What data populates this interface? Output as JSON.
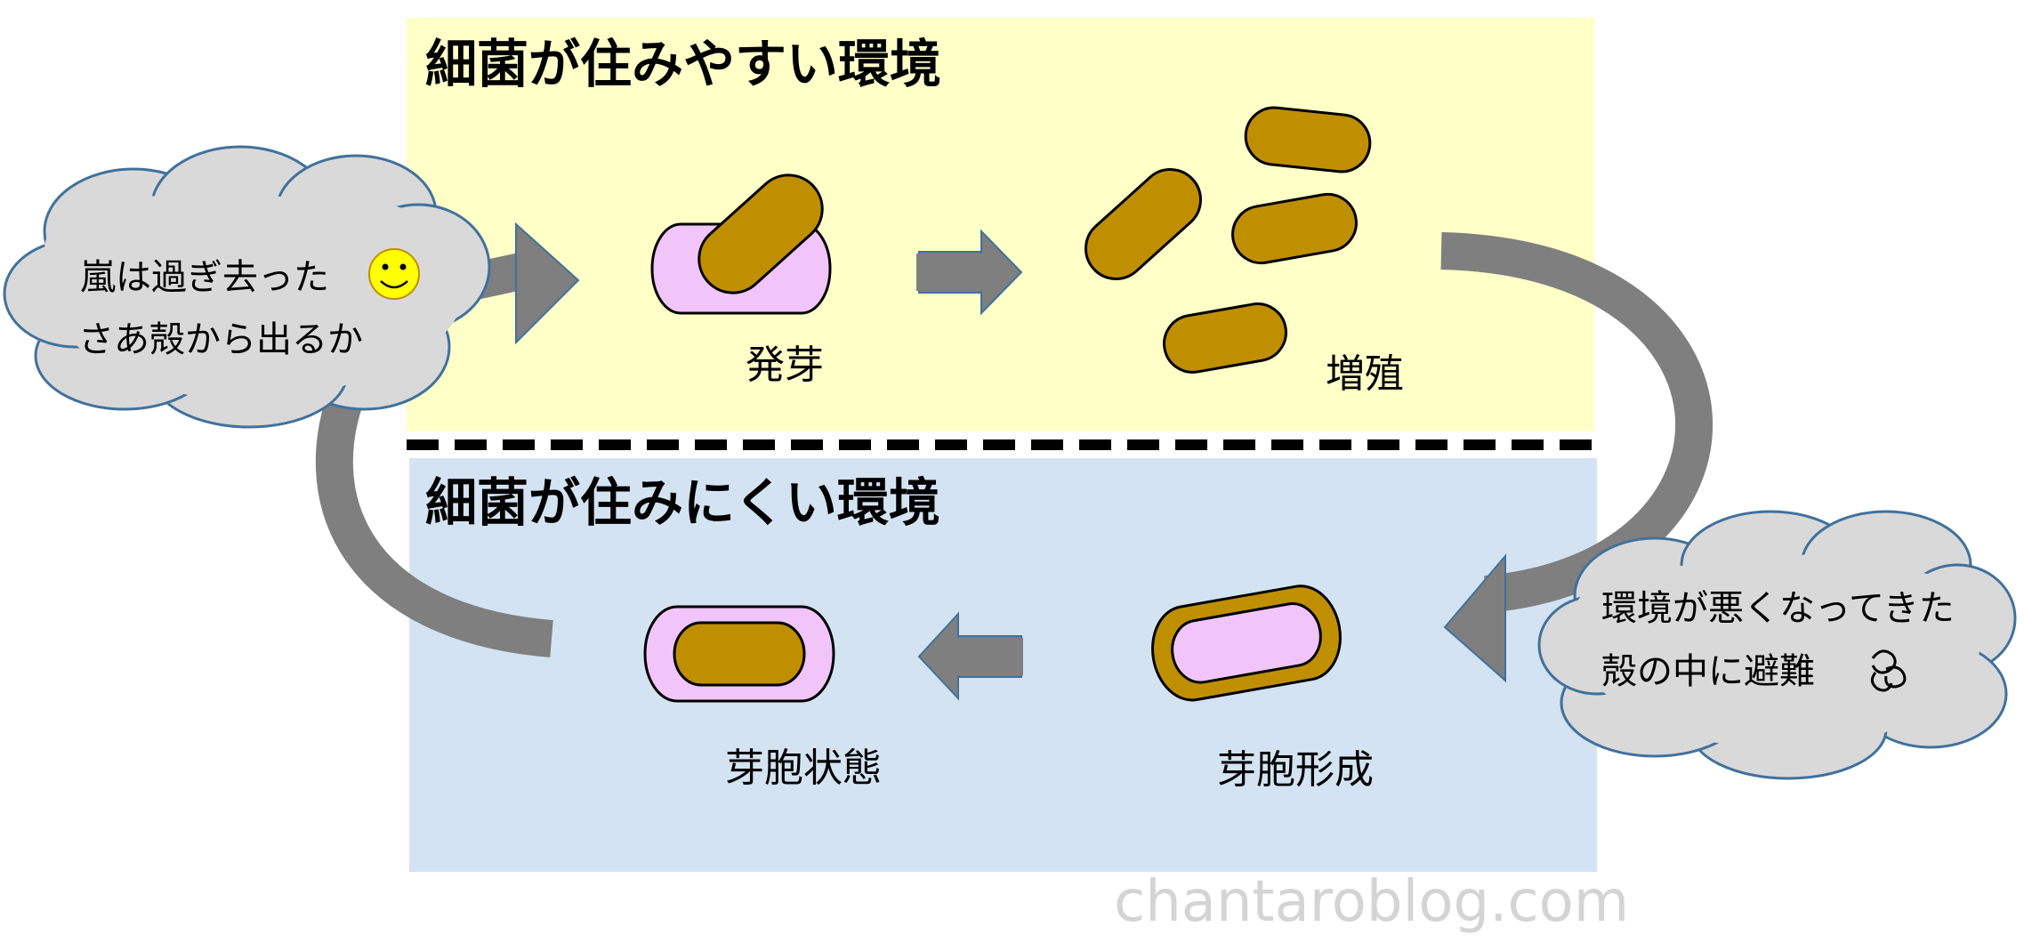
{
  "regions": {
    "favorable": {
      "heading": "細菌が住みやすい環境",
      "color": "#ffffc8"
    },
    "unfavorable": {
      "heading": "細菌が住みにくい環境",
      "color": "#d3e3f2"
    }
  },
  "stages": {
    "germination": "発芽",
    "proliferation": "増殖",
    "spore_formation": "芽胞形成",
    "spore_state": "芽胞状態"
  },
  "bubbles": {
    "left": {
      "line1": "嵐は過ぎ去った",
      "line2": "さあ殻から出るか",
      "emoji": "smiley-face-icon"
    },
    "right": {
      "line1": "環境が悪くなってきた",
      "line2": "殻の中に避難",
      "emoji": "dizzy-swirl-icon"
    }
  },
  "watermark": "chantaroblog.com",
  "colors": {
    "cell_brown": "#bf8f00",
    "spore_pink": "#f1c5f9",
    "arrow_gray": "#7f7f7f",
    "bubble_gray": "#d9d9d9",
    "bubble_outline": "#41719c",
    "smiley_yellow": "#ffff00"
  }
}
